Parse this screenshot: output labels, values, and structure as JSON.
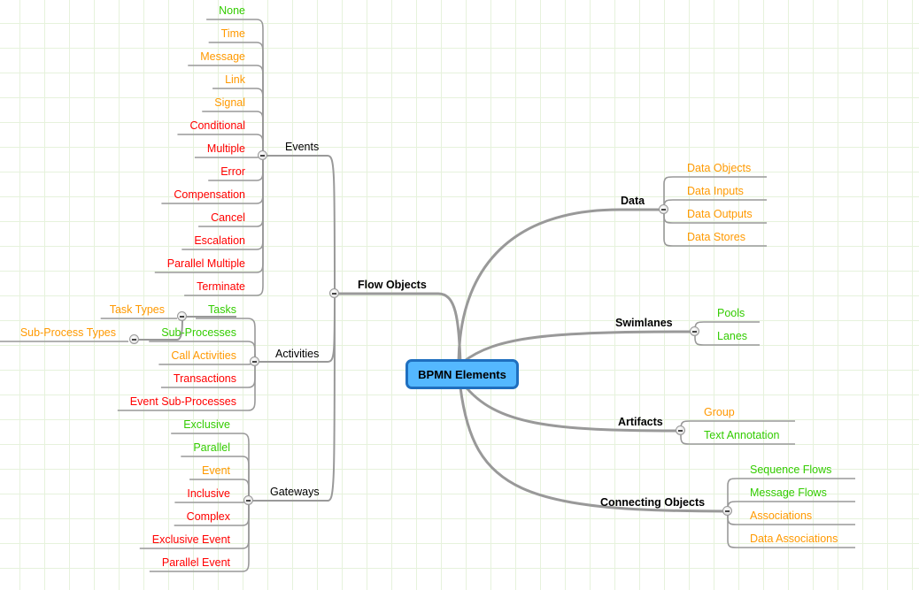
{
  "colors": {
    "green": "#33cc00",
    "orange": "#ff9900",
    "red": "#ff0000",
    "line": "#999999",
    "central_fill": "#54b8ff",
    "central_border": "#1f6fbf"
  },
  "central": "BPMN Elements",
  "flow_objects": {
    "label": "Flow Objects",
    "events": {
      "label": "Events",
      "items": [
        {
          "label": "None",
          "color": "green"
        },
        {
          "label": "Time",
          "color": "orange"
        },
        {
          "label": "Message",
          "color": "orange"
        },
        {
          "label": "Link",
          "color": "orange"
        },
        {
          "label": "Signal",
          "color": "orange"
        },
        {
          "label": "Conditional",
          "color": "red"
        },
        {
          "label": "Multiple",
          "color": "red"
        },
        {
          "label": "Error",
          "color": "red"
        },
        {
          "label": "Compensation",
          "color": "red"
        },
        {
          "label": "Cancel",
          "color": "red"
        },
        {
          "label": "Escalation",
          "color": "red"
        },
        {
          "label": "Parallel Multiple",
          "color": "red"
        },
        {
          "label": "Terminate",
          "color": "red"
        }
      ]
    },
    "activities": {
      "label": "Activities",
      "items": [
        {
          "label": "Tasks",
          "color": "green"
        },
        {
          "label": "Sub-Processes",
          "color": "green"
        },
        {
          "label": "Call Activities",
          "color": "orange"
        },
        {
          "label": "Transactions",
          "color": "red"
        },
        {
          "label": "Event Sub-Processes",
          "color": "red"
        }
      ],
      "task_types": {
        "label": "Task Types",
        "color": "orange"
      },
      "sub_process_types": {
        "label": "Sub-Process Types",
        "color": "orange"
      }
    },
    "gateways": {
      "label": "Gateways",
      "items": [
        {
          "label": "Exclusive",
          "color": "green"
        },
        {
          "label": "Parallel",
          "color": "green"
        },
        {
          "label": "Event",
          "color": "orange"
        },
        {
          "label": "Inclusive",
          "color": "red"
        },
        {
          "label": "Complex",
          "color": "red"
        },
        {
          "label": "Exclusive Event",
          "color": "red"
        },
        {
          "label": "Parallel Event",
          "color": "red"
        }
      ]
    }
  },
  "data": {
    "label": "Data",
    "items": [
      {
        "label": "Data Objects",
        "color": "orange"
      },
      {
        "label": "Data Inputs",
        "color": "orange"
      },
      {
        "label": "Data Outputs",
        "color": "orange"
      },
      {
        "label": "Data Stores",
        "color": "orange"
      }
    ]
  },
  "swimlanes": {
    "label": "Swimlanes",
    "items": [
      {
        "label": "Pools",
        "color": "green"
      },
      {
        "label": "Lanes",
        "color": "green"
      }
    ]
  },
  "artifacts": {
    "label": "Artifacts",
    "items": [
      {
        "label": "Group",
        "color": "orange"
      },
      {
        "label": "Text Annotation",
        "color": "green"
      }
    ]
  },
  "connecting_objects": {
    "label": "Connecting Objects",
    "items": [
      {
        "label": "Sequence Flows",
        "color": "green"
      },
      {
        "label": "Message Flows",
        "color": "green"
      },
      {
        "label": "Associations",
        "color": "orange"
      },
      {
        "label": "Data Associations",
        "color": "orange"
      }
    ]
  }
}
